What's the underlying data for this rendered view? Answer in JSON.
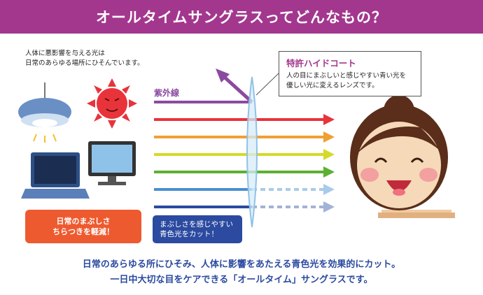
{
  "header": {
    "title": "オールタイムサングラスってどんなもの？"
  },
  "intro": {
    "line1": "人体に悪影響を与える光は",
    "line2": "日常のあらゆる場所にひそんでいます。"
  },
  "tooltip": {
    "title": "特許ハイドコート",
    "line1": "人の目にまぶしいと感じやすい青い光を",
    "line2": "優しい光に変えるレンズです。"
  },
  "uv_label": "紫外線",
  "callouts": {
    "glare": {
      "line1": "日常のまぶしさ",
      "line2": "ちらつきを軽減！"
    },
    "blue": {
      "line1": "まぶしさを感じやすい",
      "line2": "青色光をカット！"
    }
  },
  "footer": {
    "line1": "日常のあらゆる所にひそみ、人体に影響をあたえる青色光を効果的にカット。",
    "line2": "一日中大切な目をケアできる「オールタイム」サングラスです。"
  },
  "colors": {
    "banner": "#a3378e",
    "uv": "#8b4aa0",
    "rays": [
      "#e8333b",
      "#f0a033",
      "#d6d92a",
      "#5cb033",
      "#4a8fd0",
      "#2b4aa0"
    ],
    "orange_box": "#ee5a2f",
    "navy_box": "#2b4aa0",
    "footer_text": "#2b4aa0"
  },
  "icons": [
    "ceiling-lamp-icon",
    "sun-icon",
    "laptop-icon",
    "monitor-icon",
    "lens-icon",
    "woman-face-icon"
  ]
}
